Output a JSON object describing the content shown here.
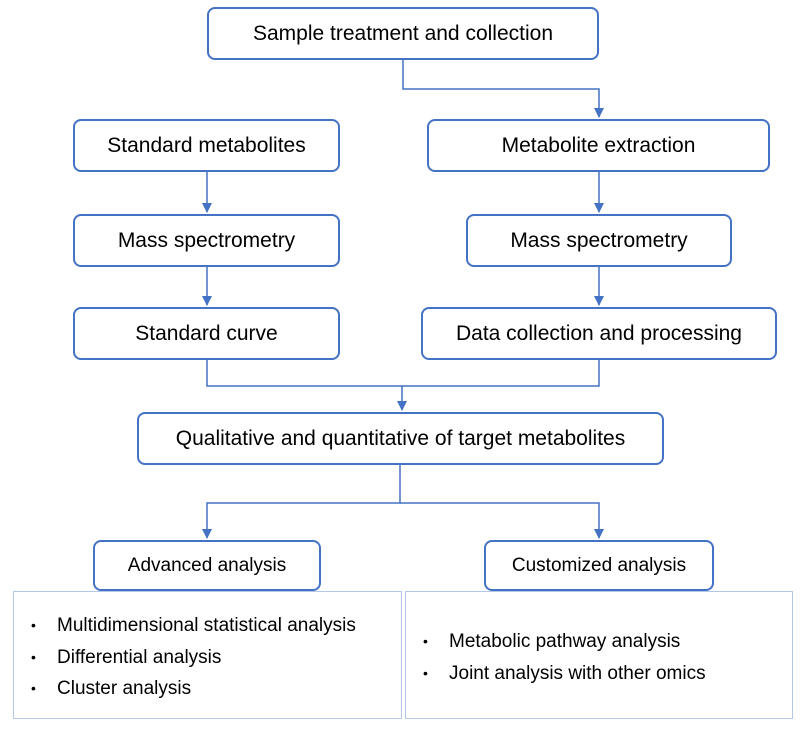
{
  "diagram": {
    "accent_color": "#4472c4",
    "panel_border_color": "#b4c7e7",
    "nodes": {
      "sample": "Sample treatment and collection",
      "standard_metabolites": "Standard metabolites",
      "metabolite_extraction": "Metabolite extraction",
      "mass_spec_left": "Mass spectrometry",
      "mass_spec_right": "Mass spectrometry",
      "standard_curve": "Standard curve",
      "data_collection": "Data collection and processing",
      "qualitative": "Qualitative and quantitative of target metabolites",
      "advanced": "Advanced analysis",
      "customized": "Customized analysis"
    },
    "advanced_items": [
      "Multidimensional statistical analysis",
      "Differential analysis",
      "Cluster analysis"
    ],
    "customized_items": [
      "Metabolic pathway analysis",
      "Joint analysis with other omics"
    ],
    "bullet_symbol": "•"
  }
}
